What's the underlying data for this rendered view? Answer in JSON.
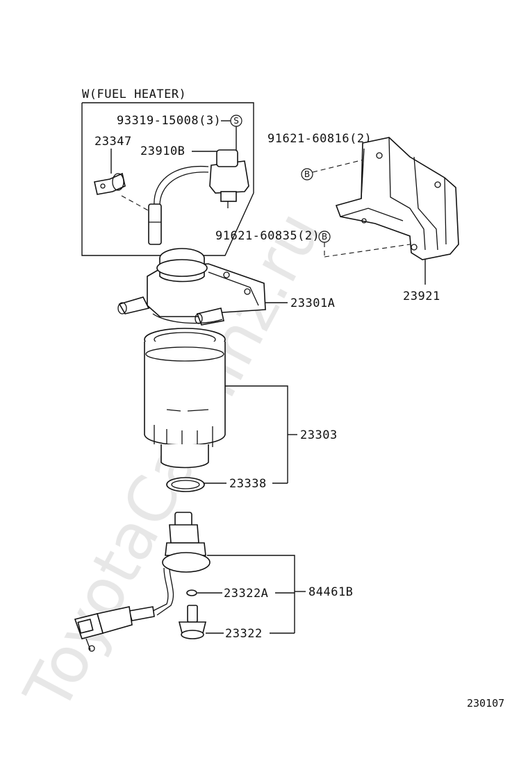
{
  "watermark": "ToyotaCarMinz.ru",
  "box_title": "W(FUEL HEATER)",
  "callouts": {
    "c93319": "93319-15008(3)",
    "c23347": "23347",
    "c23910B": "23910B",
    "c91621a": "91621-60816(2)",
    "c91621b": "91621-60835(2)",
    "c23921": "23921",
    "c23301A": "23301A",
    "c23303": "23303",
    "c23338": "23338",
    "c23322A": "23322A",
    "c84461B": "84461B",
    "c23322": "23322"
  },
  "markers": {
    "s": "S",
    "b1": "B",
    "b2": "B"
  },
  "diagram_code": "230107",
  "colors": {
    "ink": "#111111",
    "watermark": "#bdbdbd"
  }
}
